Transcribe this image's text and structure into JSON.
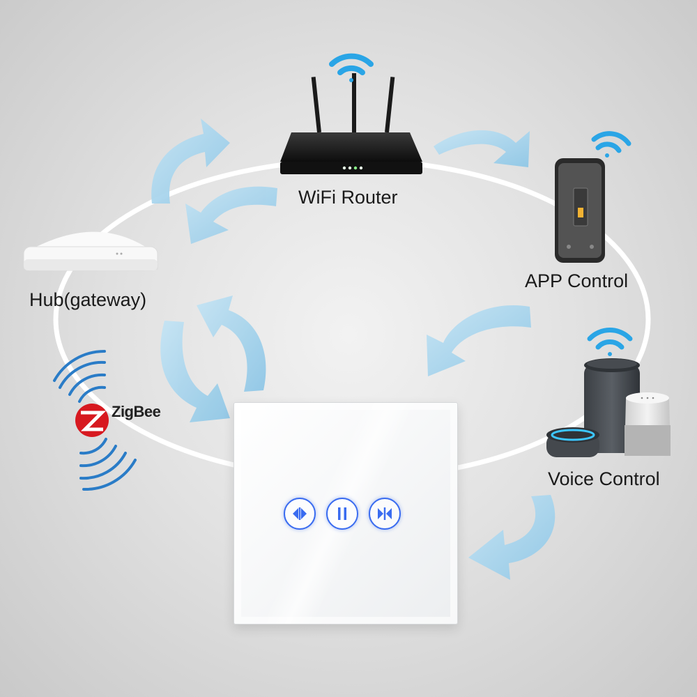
{
  "nodes": {
    "router": {
      "label": "WiFi Router"
    },
    "app": {
      "label": "APP Control"
    },
    "hub": {
      "label": "Hub(gateway)"
    },
    "voice": {
      "label": "Voice Control"
    },
    "zigbee": {
      "label": "ZigBee"
    }
  },
  "switch_panel": {
    "buttons": [
      "open",
      "pause",
      "close"
    ],
    "button_color": "#3a6cf0"
  },
  "colors": {
    "arrow": "#9fd0ea",
    "wifi": "#2aa5e6",
    "ring": "#ffffff",
    "zigbee_red": "#d71920"
  }
}
